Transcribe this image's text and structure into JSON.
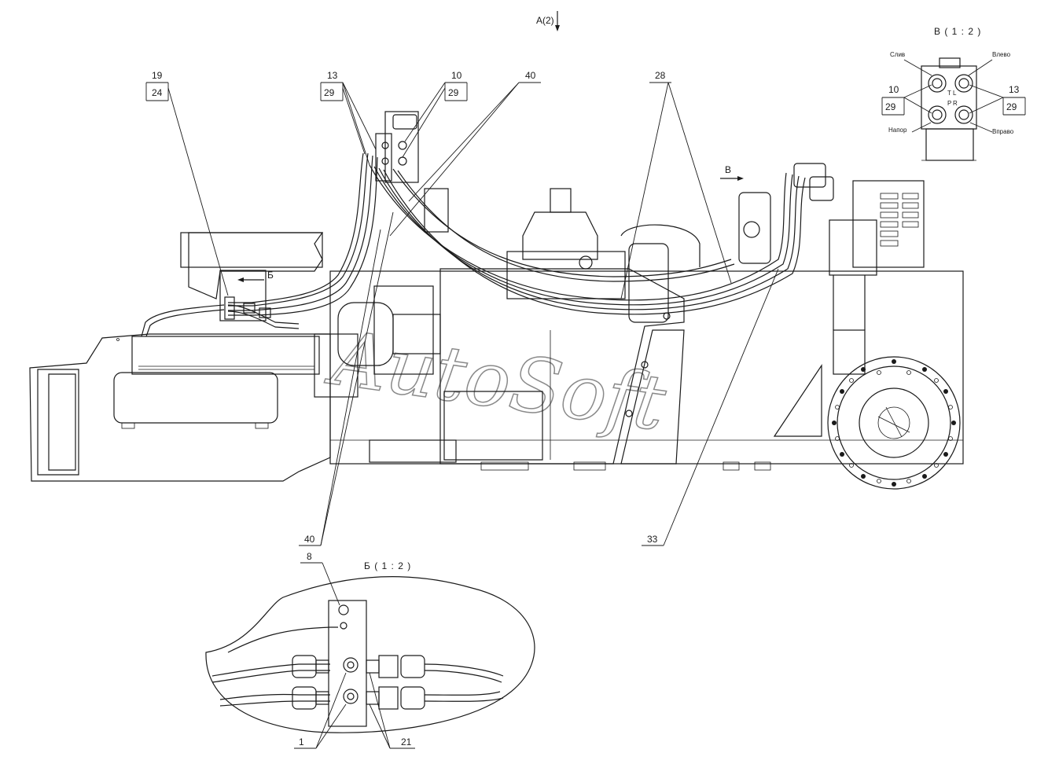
{
  "view_label_a": "A(2)",
  "view_label_b": "Б",
  "view_label_v": "В",
  "detail_b_title": "Б ( 1 : 2 )",
  "detail_v_title": "В ( 1 : 2 )",
  "detail_v_ports": {
    "sliv": "Слив",
    "vlevo": "Влево",
    "napor": "Напор",
    "vpravo": "Вправо",
    "port_t": "T",
    "port_l": "L",
    "port_p": "P",
    "port_r": "R"
  },
  "callouts": {
    "c19": "19",
    "c24": "24",
    "c13_main": "13",
    "c29_left": "29",
    "c10_main": "10",
    "c29_right": "29",
    "c40_top": "40",
    "c28": "28",
    "c33": "33",
    "c40_bottom": "40",
    "c8": "8",
    "c1": "1",
    "c21": "21",
    "c10_v": "10",
    "c29_v_left": "29",
    "c13_v": "13",
    "c29_v_right": "29"
  },
  "watermark": "AutoSoft"
}
